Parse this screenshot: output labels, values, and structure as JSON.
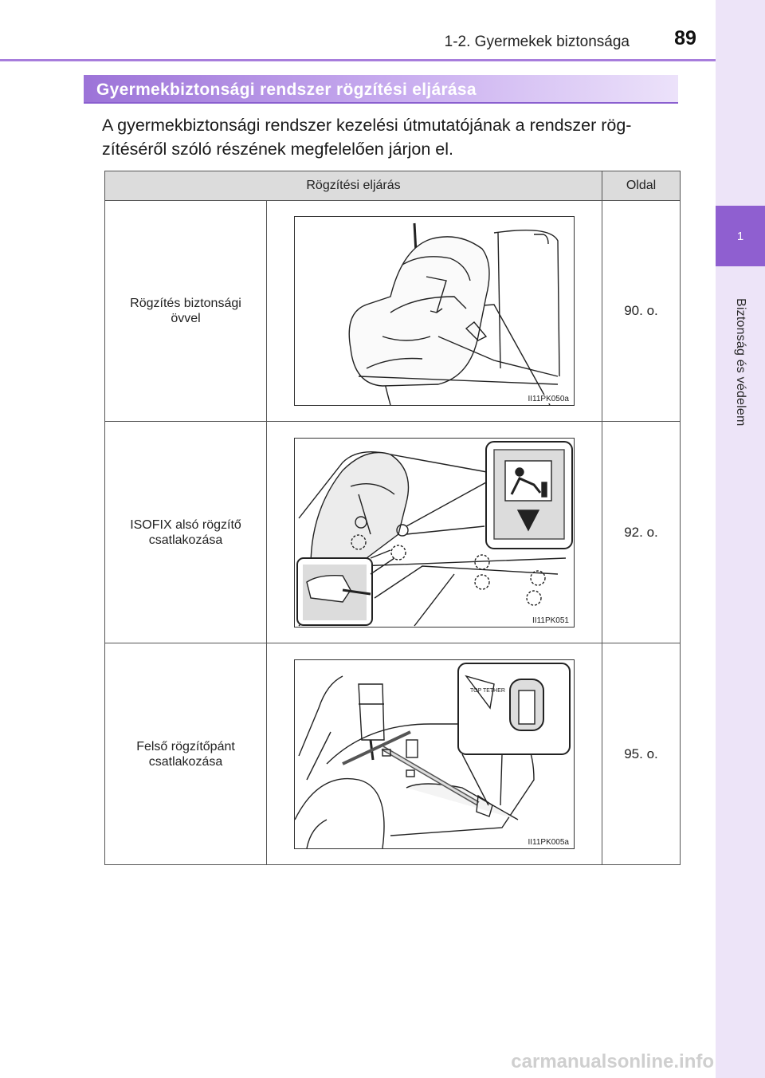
{
  "header": {
    "title": "1-2. Gyermekek biztonsága",
    "page_number": "89"
  },
  "sidebar": {
    "chapter_number": "1",
    "chapter_title": "Biztonság és védelem"
  },
  "section": {
    "heading": "Gyermekbiztonsági rendszer rögzítési eljárása",
    "intro": "A gyermekbiztonsági rendszer kezelési útmutatójának a rendszer rög-zítéséről szóló részének megfelelően járjon el."
  },
  "table": {
    "headers": [
      "Rögzítési eljárás",
      "Oldal"
    ],
    "rows": [
      {
        "label": "Rögzítés biztonsági övvel",
        "figure_code": "II11PK050a",
        "page": "90. o."
      },
      {
        "label": "ISOFIX alsó rögzítő csatlakozása",
        "figure_code": "II11PK051",
        "page": "92. o."
      },
      {
        "label": "Felső rögzítőpánt csatlakozása",
        "figure_code": "II11PK005a",
        "page": "95. o."
      }
    ]
  },
  "footer": {
    "watermark": "carmanualsonline.info"
  }
}
